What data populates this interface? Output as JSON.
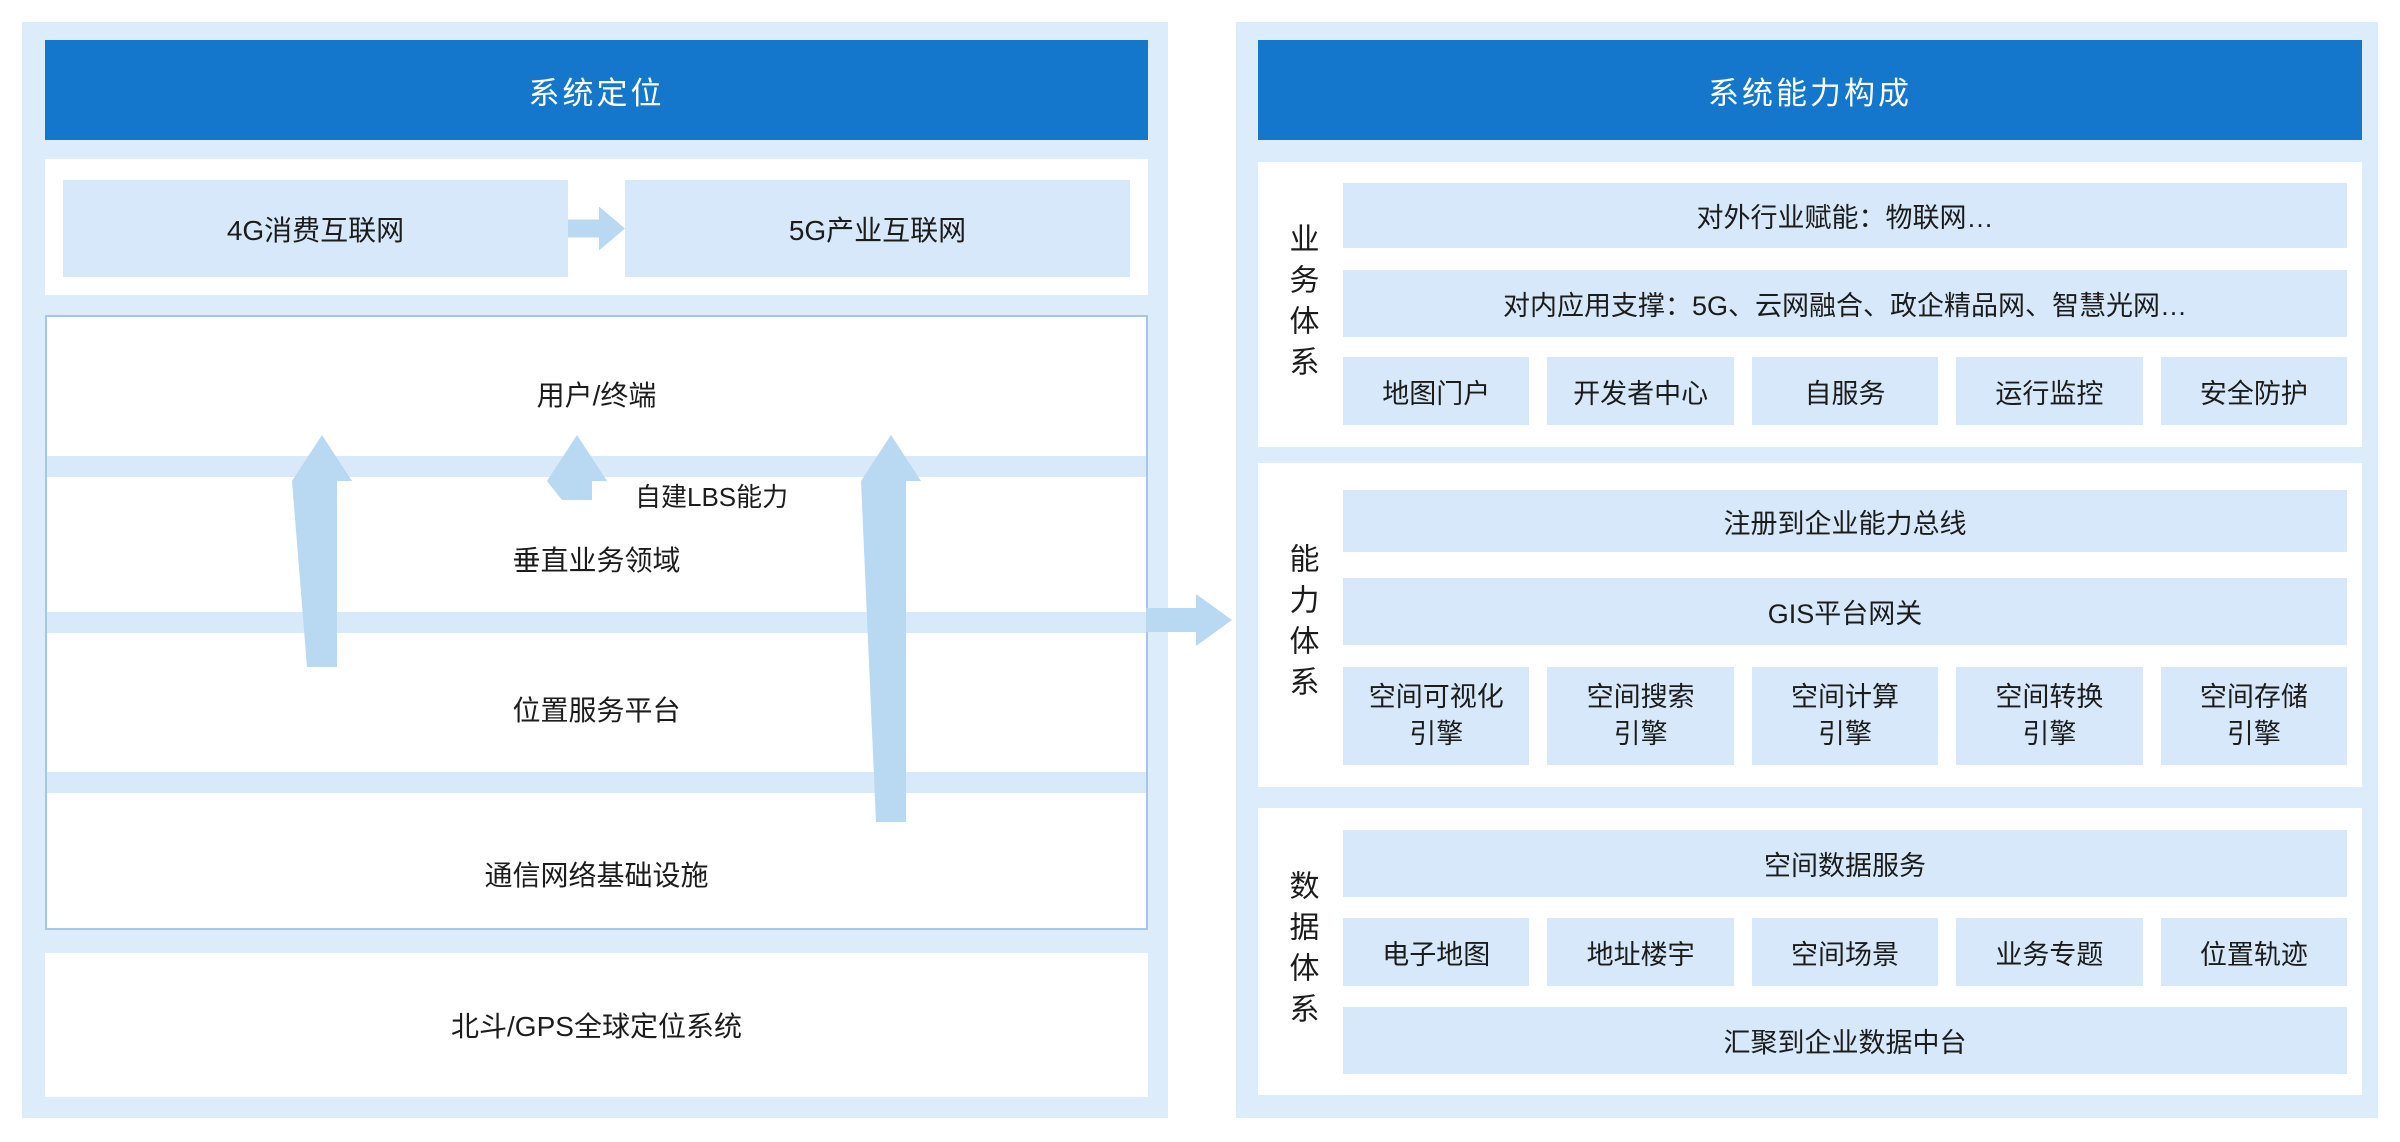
{
  "colors": {
    "header_blue": "#1577CC",
    "panel_bg": "#DCECFA",
    "tile": "#D6E8F9",
    "band": "#D8EAFA",
    "arrow": "#B9D8F2",
    "stack_border": "#A5C6E6",
    "text": "#1C1C1C",
    "header_text": "#FFFFFF"
  },
  "left_panel": {
    "title": "系统定位",
    "evolution": {
      "from": "4G消费互联网",
      "to": "5G产业互联网"
    },
    "stack": {
      "layers": [
        "用户/终端",
        "垂直业务领域",
        "位置服务平台",
        "通信网络基础设施"
      ],
      "side_label": "自建LBS能力"
    },
    "foundation": "北斗/GPS全球定位系统"
  },
  "right_panel": {
    "title": "系统能力构成",
    "sections": [
      {
        "label": "业务体系",
        "row1": "对外行业赋能：物联网…",
        "row2": "对内应用支撑：5G、云网融合、政企精品网、智慧光网…",
        "boxes": [
          "地图门户",
          "开发者中心",
          "自服务",
          "运行监控",
          "安全防护"
        ]
      },
      {
        "label": "能力体系",
        "row_top": "注册到企业能力总线",
        "row_mid": "GIS平台网关",
        "boxes": [
          "空间可视化\n引擎",
          "空间搜索\n引擎",
          "空间计算\n引擎",
          "空间转换\n引擎",
          "空间存储\n引擎"
        ]
      },
      {
        "label": "数据体系",
        "row_top": "空间数据服务",
        "boxes": [
          "电子地图",
          "地址楼宇",
          "空间场景",
          "业务专题",
          "位置轨迹"
        ],
        "row_bottom": "汇聚到企业数据中台"
      }
    ]
  }
}
